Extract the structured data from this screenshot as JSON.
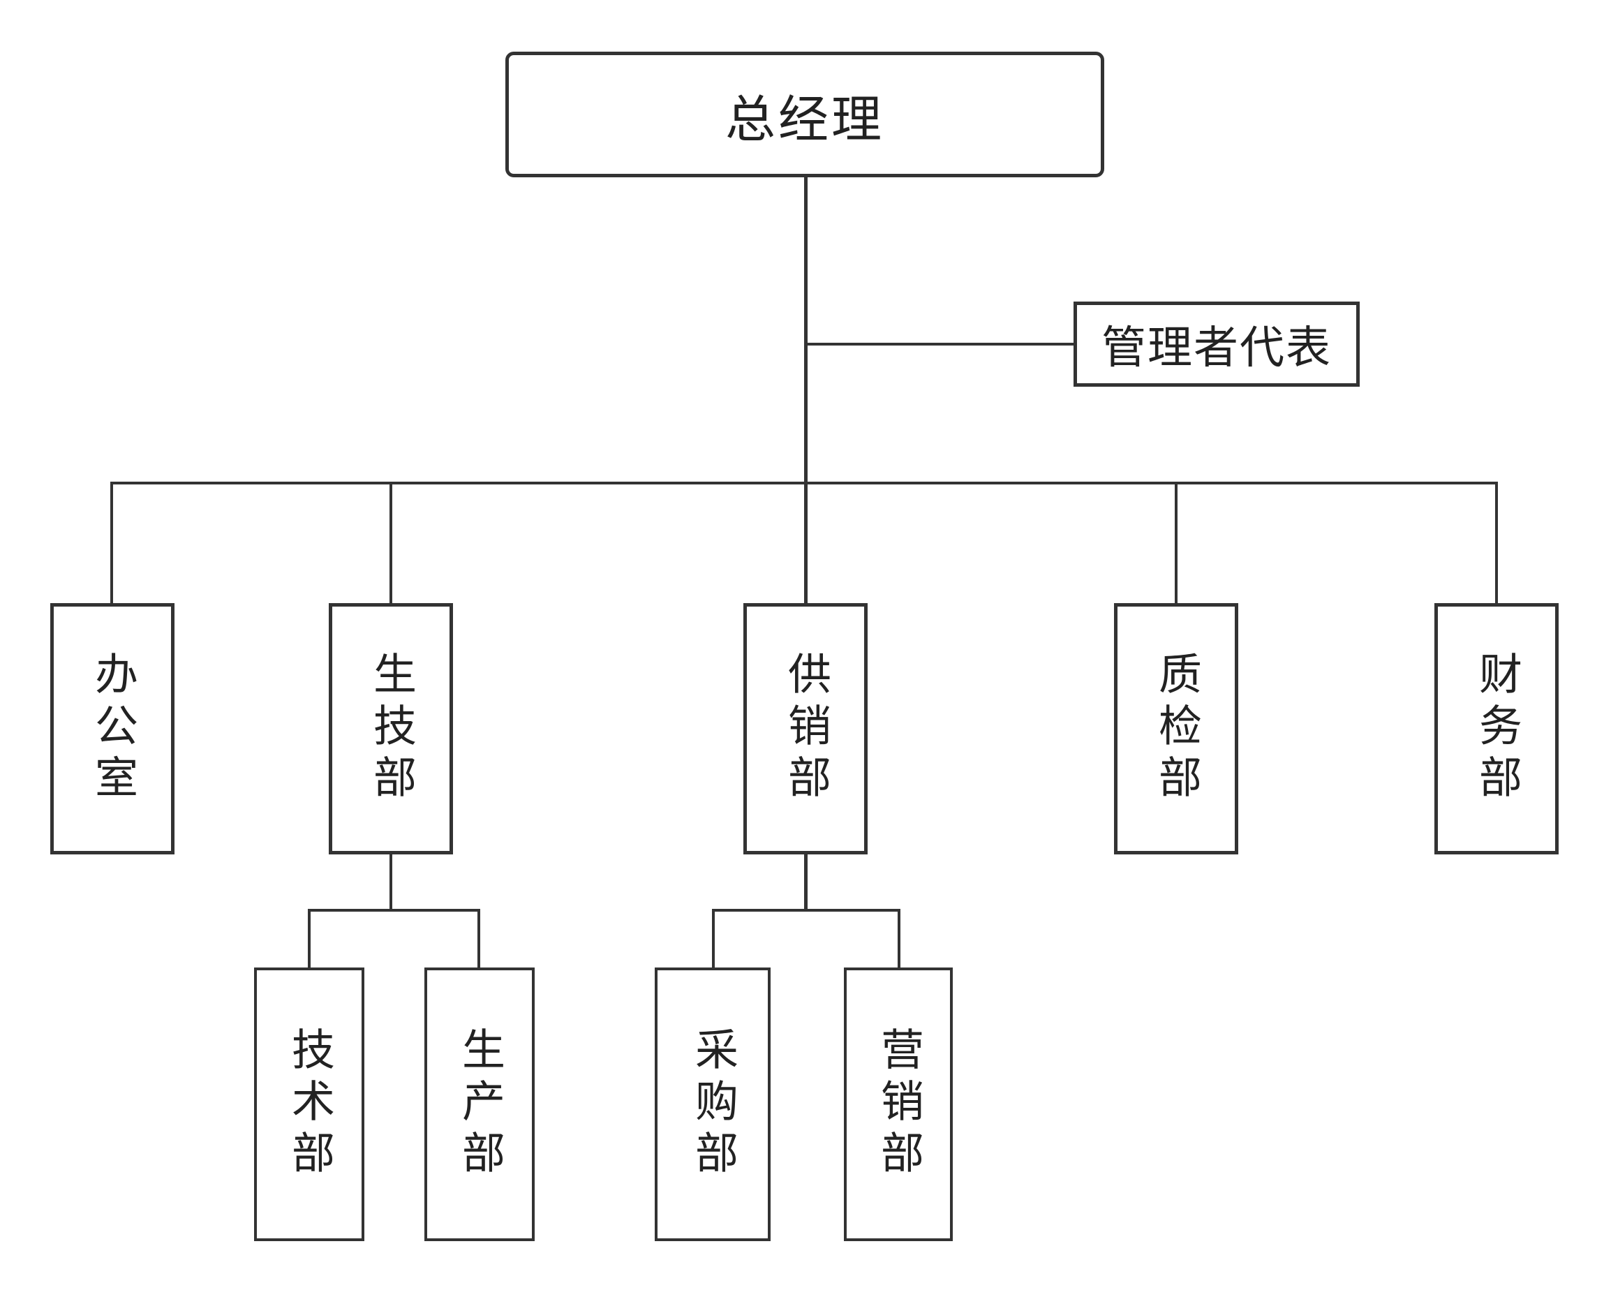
{
  "org_chart": {
    "root": {
      "label": "总经理"
    },
    "representative": {
      "label": "管理者代表"
    },
    "departments": [
      {
        "label": "办公室"
      },
      {
        "label": "生技部"
      },
      {
        "label": "供销部"
      },
      {
        "label": "质检部"
      },
      {
        "label": "财务部"
      }
    ],
    "sub_departments": {
      "production_tech": [
        {
          "label": "技术部"
        },
        {
          "label": "生产部"
        }
      ],
      "supply_sales": [
        {
          "label": "采购部"
        },
        {
          "label": "营销部"
        }
      ]
    }
  }
}
